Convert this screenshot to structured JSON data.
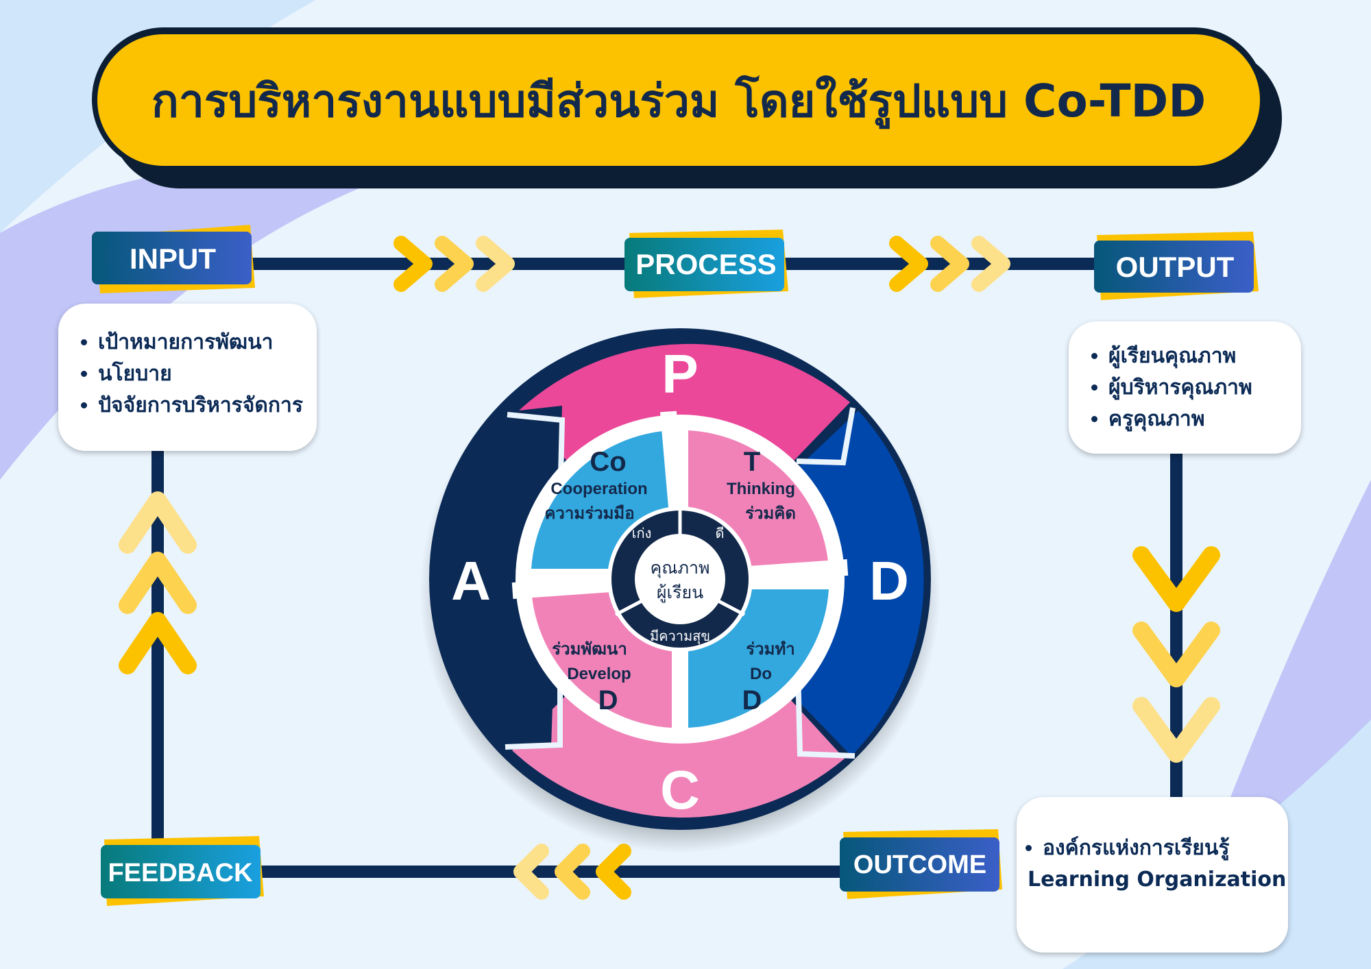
{
  "title": "การบริหารงานแบบมีส่วนร่วม โดยใช้รูปแบบ Co-TDD",
  "stages": {
    "input": "INPUT",
    "process": "PROCESS",
    "output": "OUTPUT",
    "outcome": "OUTCOME",
    "feedback": "FEEDBACK"
  },
  "input_items": [
    "เป้าหมายการพัฒนา",
    "นโยบาย",
    "ปัจจัยการบริหารจัดการ"
  ],
  "output_items": [
    "ผู้เรียนคุณภาพ",
    "ผู้บริหารคุณภาพ",
    "ครูคุณภาพ"
  ],
  "outcome": {
    "item": "องค์กรแห่งการเรียนรู้",
    "english": "Learning Organization"
  },
  "pdca": {
    "p": "P",
    "d": "D",
    "c": "C",
    "a": "A"
  },
  "segments": {
    "co": {
      "letter": "Co",
      "en": "Cooperation",
      "th": "ความร่วมมือ"
    },
    "t": {
      "letter": "T",
      "en": "Thinking",
      "th": "ร่วมคิด"
    },
    "d1": {
      "letter": "D",
      "en": "Do",
      "th": "ร่วมทำ"
    },
    "d2": {
      "letter": "D",
      "en": "Develop",
      "th": "ร่วมพัฒนา"
    }
  },
  "center": {
    "line1": "คุณภาพ",
    "line2": "ผู้เรียน",
    "ring_left": "เก่ง",
    "ring_right": "ดี",
    "ring_bottom": "มีความสุข"
  },
  "colors": {
    "navy": "#0b2a55",
    "yellow": "#fcc200",
    "pink": "#ec4899",
    "lightpink": "#f082b8",
    "blue": "#0047ab",
    "sky": "#33a8df"
  }
}
